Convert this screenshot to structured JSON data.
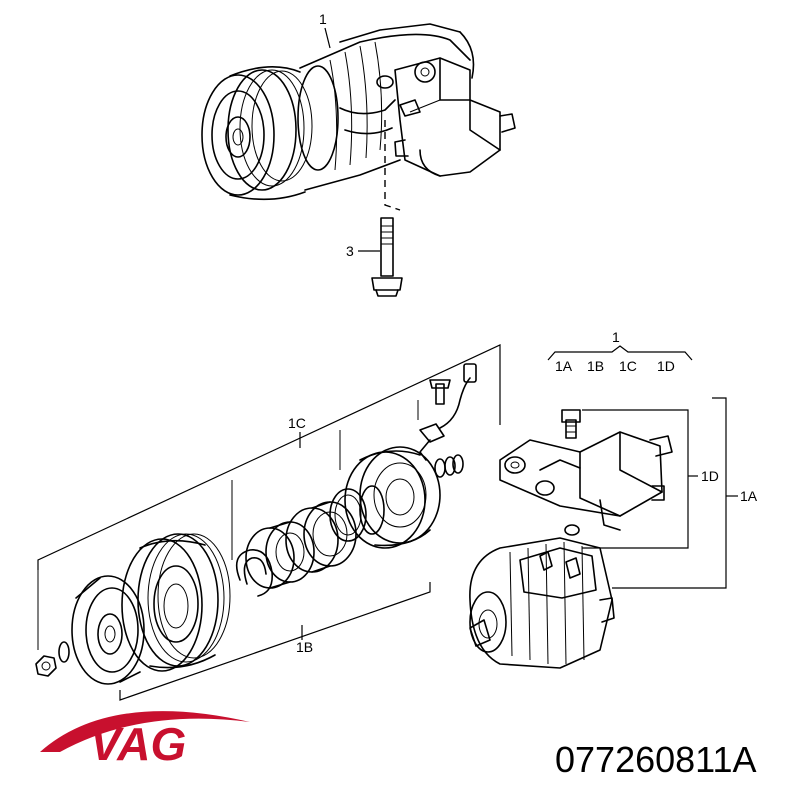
{
  "diagram": {
    "callouts": {
      "top_compressor": "1",
      "bolt": "3",
      "group_header": "1",
      "sub_1a": "1A",
      "sub_1b": "1B",
      "sub_1c": "1C",
      "sub_1d": "1D",
      "clutch_group": "1C",
      "pulley_group": "1B",
      "valve_group": "1D",
      "assembly_group": "1A"
    }
  },
  "brand": {
    "name": "VAG",
    "color": "#c8102e"
  },
  "part_number": "077260811A"
}
